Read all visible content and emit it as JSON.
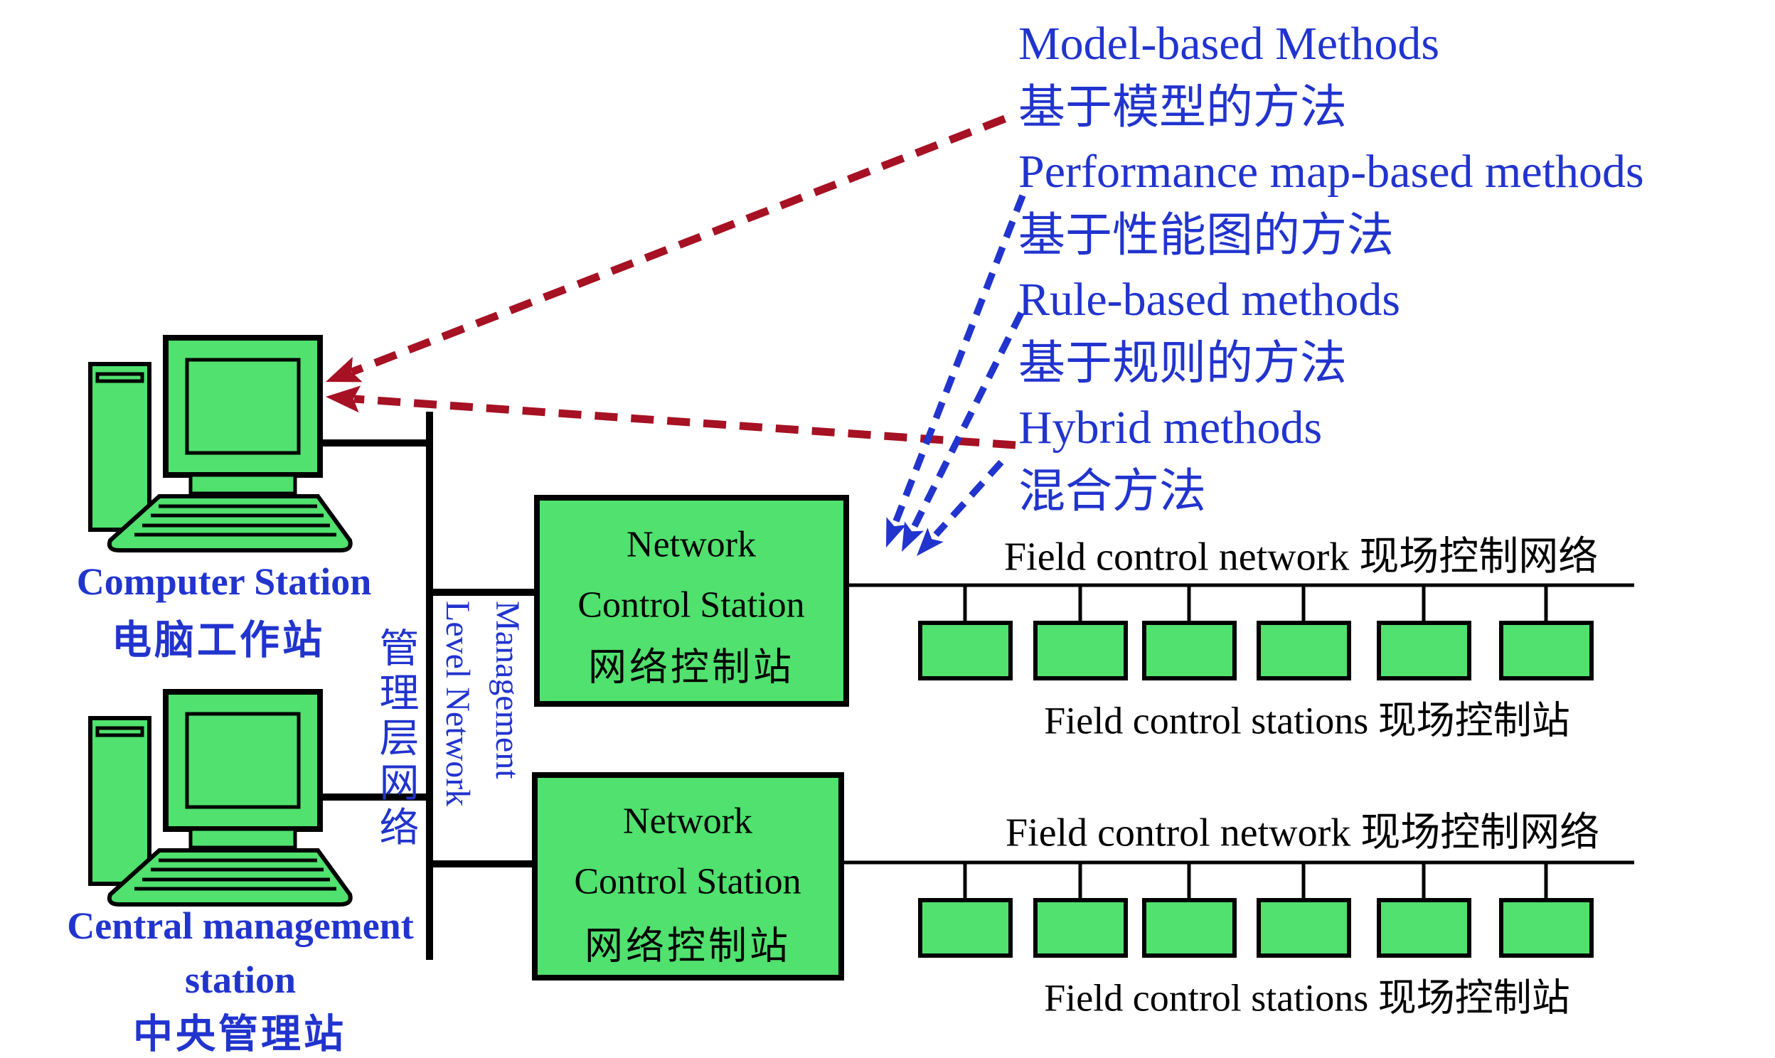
{
  "colors": {
    "background": "#FFFFFF",
    "green": "#50E16E",
    "blue": "#2134CE",
    "dark_red": "#A61123",
    "black": "#000000"
  },
  "methods": [
    "Model-based Methods",
    "基于模型的方法",
    "Performance map-based methods",
    "基于性能图的方法",
    "Rule-based methods",
    "基于规则的方法",
    "Hybrid methods",
    "混合方法"
  ],
  "computer_station": {
    "label_en": "Computer Station",
    "label_zh": "电脑工作站"
  },
  "central_management": {
    "label_line1": "Central management",
    "label_line2": "station",
    "label_zh": "中央管理站"
  },
  "management_network": {
    "en_line1": "Management",
    "en_line2": "Level Network",
    "zh": "管理层网络"
  },
  "ncs": [
    {
      "line1": "Network",
      "line2": "Control Station",
      "line3": "网络控制站"
    },
    {
      "line1": "Network",
      "line2": "Control Station",
      "line3": "网络控制站"
    }
  ],
  "field_rows": [
    {
      "network_label": "Field control network 现场控制网络",
      "stations_label": "Field control stations 现场控制站",
      "stations": 6
    },
    {
      "network_label": "Field control network 现场控制网络",
      "stations_label": "Field control stations 现场控制站",
      "stations": 6
    }
  ]
}
